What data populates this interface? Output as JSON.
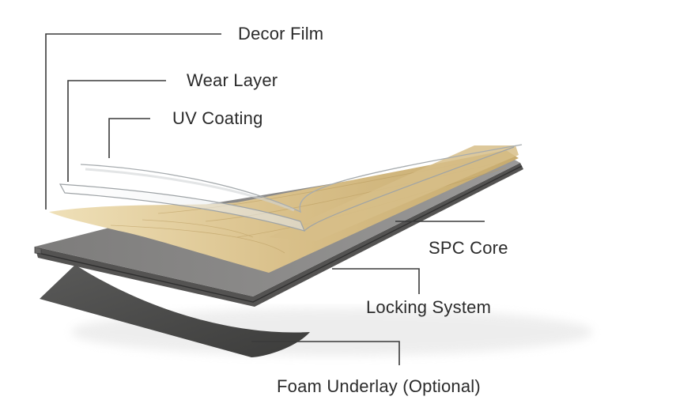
{
  "labels": {
    "decor_film": "Decor Film",
    "wear_layer": "Wear Layer",
    "uv_coating": "UV Coating",
    "spc_core": "SPC Core",
    "locking_system": "Locking System",
    "foam_underlay": "Foam Underlay (Optional)"
  },
  "colors": {
    "wood_light": "#e6d3a4",
    "wood_dark": "#c9ad6f",
    "spc_top": "#8a8988",
    "spc_side": "#5a5958",
    "foam": "#4a4a49",
    "leader_line": "#3a3a3a",
    "text": "#2b2b2b"
  }
}
